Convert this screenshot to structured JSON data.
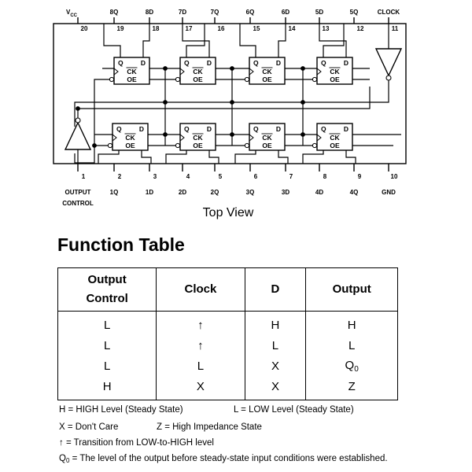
{
  "top_pins": [
    {
      "label": "VCC",
      "number": "20"
    },
    {
      "label": "8Q",
      "number": "19"
    },
    {
      "label": "8D",
      "number": "18"
    },
    {
      "label": "7D",
      "number": "17"
    },
    {
      "label": "7Q",
      "number": "16"
    },
    {
      "label": "6Q",
      "number": "15"
    },
    {
      "label": "6D",
      "number": "14"
    },
    {
      "label": "5D",
      "number": "13"
    },
    {
      "label": "5Q",
      "number": "12"
    },
    {
      "label": "CLOCK",
      "number": "11"
    }
  ],
  "bottom_pins": [
    {
      "label": "OUTPUT",
      "label2": "CONTROL",
      "number": "1"
    },
    {
      "label": "1Q",
      "number": "2"
    },
    {
      "label": "1D",
      "number": "3"
    },
    {
      "label": "2D",
      "number": "4"
    },
    {
      "label": "2Q",
      "number": "5"
    },
    {
      "label": "3Q",
      "number": "6"
    },
    {
      "label": "3D",
      "number": "7"
    },
    {
      "label": "4D",
      "number": "8"
    },
    {
      "label": "4Q",
      "number": "9"
    },
    {
      "label": "GND",
      "number": "10"
    }
  ],
  "flipflop": {
    "q": "Q",
    "d": "D",
    "ck": "CK",
    "oe": "OE"
  },
  "caption": "Top View",
  "function_table": {
    "title": "Function Table",
    "headers": [
      "Output Control",
      "Clock",
      "D",
      "Output"
    ],
    "rows": [
      [
        "L",
        "↑",
        "H",
        "H"
      ],
      [
        "L",
        "↑",
        "L",
        "L"
      ],
      [
        "L",
        "L",
        "X",
        "Q0"
      ],
      [
        "H",
        "X",
        "X",
        "Z"
      ]
    ]
  },
  "legend": {
    "high": "H = HIGH Level (Steady State)",
    "low": "L = LOW Level (Steady State)",
    "dont_care": "X = Don't Care",
    "high_z": "Z = High Impedance State",
    "transition": "↑ = Transition from LOW-to-HIGH level",
    "q0_note": "= The level of the output before steady-state input conditions were established."
  }
}
